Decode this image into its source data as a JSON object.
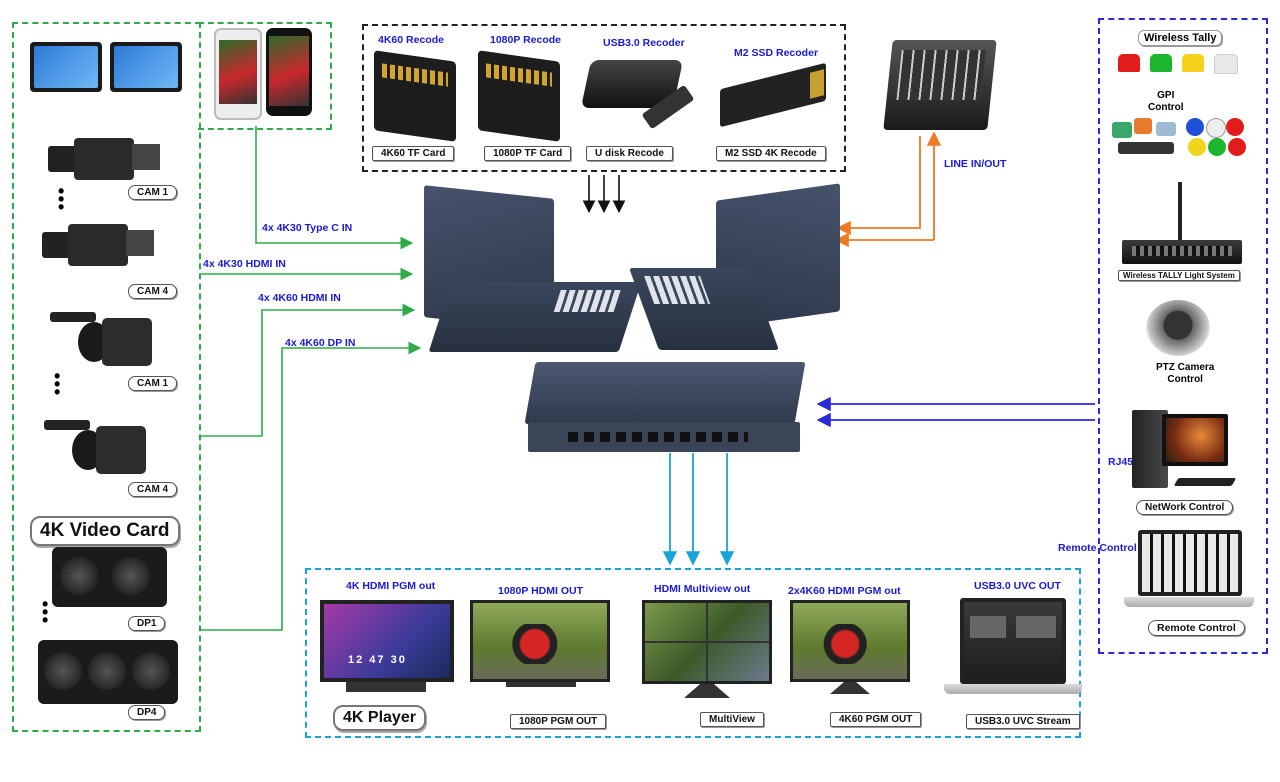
{
  "inputs": {
    "cam_label_1": "CAM 1",
    "cam_label_4": "CAM 4",
    "cam_label_1b": "CAM 1",
    "cam_label_4b": "CAM 4",
    "video_card_title": "4K Video Card",
    "dp1": "DP1",
    "dp4": "DP4"
  },
  "connections": {
    "typec_in": "4x 4K30 Type C IN",
    "hdmi30_in": "4x 4K30 HDMI IN",
    "hdmi60_in": "4x 4K60 HDMI IN",
    "dp_in": "4x 4K60 DP IN",
    "line_inout": "LINE IN/OUT",
    "rj45": "RJ45",
    "remote_control_link": "Remote Control"
  },
  "recording": {
    "items": [
      {
        "title": "4K60 Recode",
        "label": "4K60 TF Card"
      },
      {
        "title": "1080P Recode",
        "label": "1080P TF Card"
      },
      {
        "title": "USB3.0 Recoder",
        "label": "U disk Recode"
      },
      {
        "title": "M2 SSD Recoder",
        "label": "M2 SSD 4K Recode"
      }
    ]
  },
  "control": {
    "wireless_tally": "Wireless Tally",
    "gpi_control": "GPI\nControl",
    "tally_system": "Wireless TALLY Light System",
    "ptz": "PTZ Camera\nControl",
    "network_control": "NetWork Control",
    "remote_control": "Remote Control"
  },
  "outputs": {
    "items": [
      {
        "title": "4K HDMI  PGM out",
        "label": "4K Player"
      },
      {
        "title": "1080P HDMI OUT",
        "label": "1080P PGM OUT"
      },
      {
        "title": "HDMI Multiview out",
        "label": "MultiView"
      },
      {
        "title": "2x4K60 HDMI PGM out",
        "label": "4K60  PGM OUT"
      },
      {
        "title": "USB3.0 UVC OUT",
        "label": "USB3.0 UVC Stream"
      }
    ],
    "player_time": "12 47 30"
  },
  "colors": {
    "green": "#2eaa4a",
    "blue": "#2a2adb",
    "cyan": "#1aa3d9",
    "orange": "#ee7a22"
  }
}
